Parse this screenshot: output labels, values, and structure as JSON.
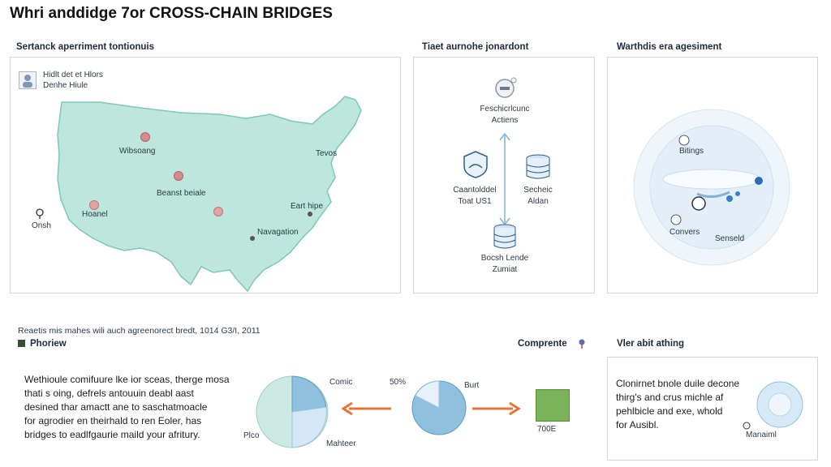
{
  "title": "Whri anddidge 7or CROSS-CHAIN BRIDGES",
  "map_panel": {
    "heading": "Sertanck aperriment tontionuis",
    "legend_line1": "Hidlt det et Hlors",
    "legend_line2": "Denhe Hiule",
    "cities": {
      "wibsoang": "Wibsoang",
      "bennst": "Beanst beiale",
      "hoanel": "Hoanel",
      "east": "Eart hipe",
      "navagation": "Navagation",
      "tevos": "Tevos",
      "onsh": "Onsh"
    }
  },
  "flow_panel": {
    "heading": "Tiaet aurnohe jonardont",
    "top_label_line1": "Feschicrlcunc",
    "top_label_line2": "Actiens",
    "left_label_line1": "Caantolddel",
    "left_label_line2": "Toat US1",
    "right_label_line1": "Secheic",
    "right_label_line2": "Aldan",
    "bottom_label_line1": "Bocsh Lende",
    "bottom_label_line2": "Zumiat"
  },
  "circle_panel": {
    "heading": "Warthdis era agesiment",
    "label_bitings": "Bitings",
    "label_convers": "Convers",
    "label_senseld": "Senseld"
  },
  "footnote": "Reaetis mis mahes wili auch agreenorect bredt,  1014 G3/I, 2011",
  "bottom_left": {
    "heading": "Phoriew",
    "paragraph_lines": [
      "Wethioule comifuure lke ior sceas, therge mosa",
      "thati s oing, defrels antouuin deabl aast",
      "desined thar amactt ane to saschatmoacle",
      "for agrodier en theirhald to ren Eoler, has",
      "bridges to eadlfgaurie maild your afritury."
    ],
    "pie_label_top": "Comic",
    "pie_label_left": "Plco",
    "pie_label_bottom": "Mahteer"
  },
  "bottom_mid": {
    "heading": "Comprente",
    "percent_label": "50%",
    "label_burt": "Burt",
    "box_label": "700E"
  },
  "bottom_right": {
    "heading": "Vler abit athing",
    "paragraph_lines": [
      "Clonirnet bnole duile decone",
      "thirg's and crus michle af",
      "pehlbicle and exe, whold",
      "for Ausibl."
    ],
    "circle_label": "Manaiml"
  },
  "colors": {
    "map_fill": "#bde6dc",
    "map_stroke": "#7fc7b6",
    "blue": "#7fb3d8",
    "light_blue": "#d6e9f6",
    "arrow": "#e0773a",
    "green_box": "#7bb35a"
  }
}
